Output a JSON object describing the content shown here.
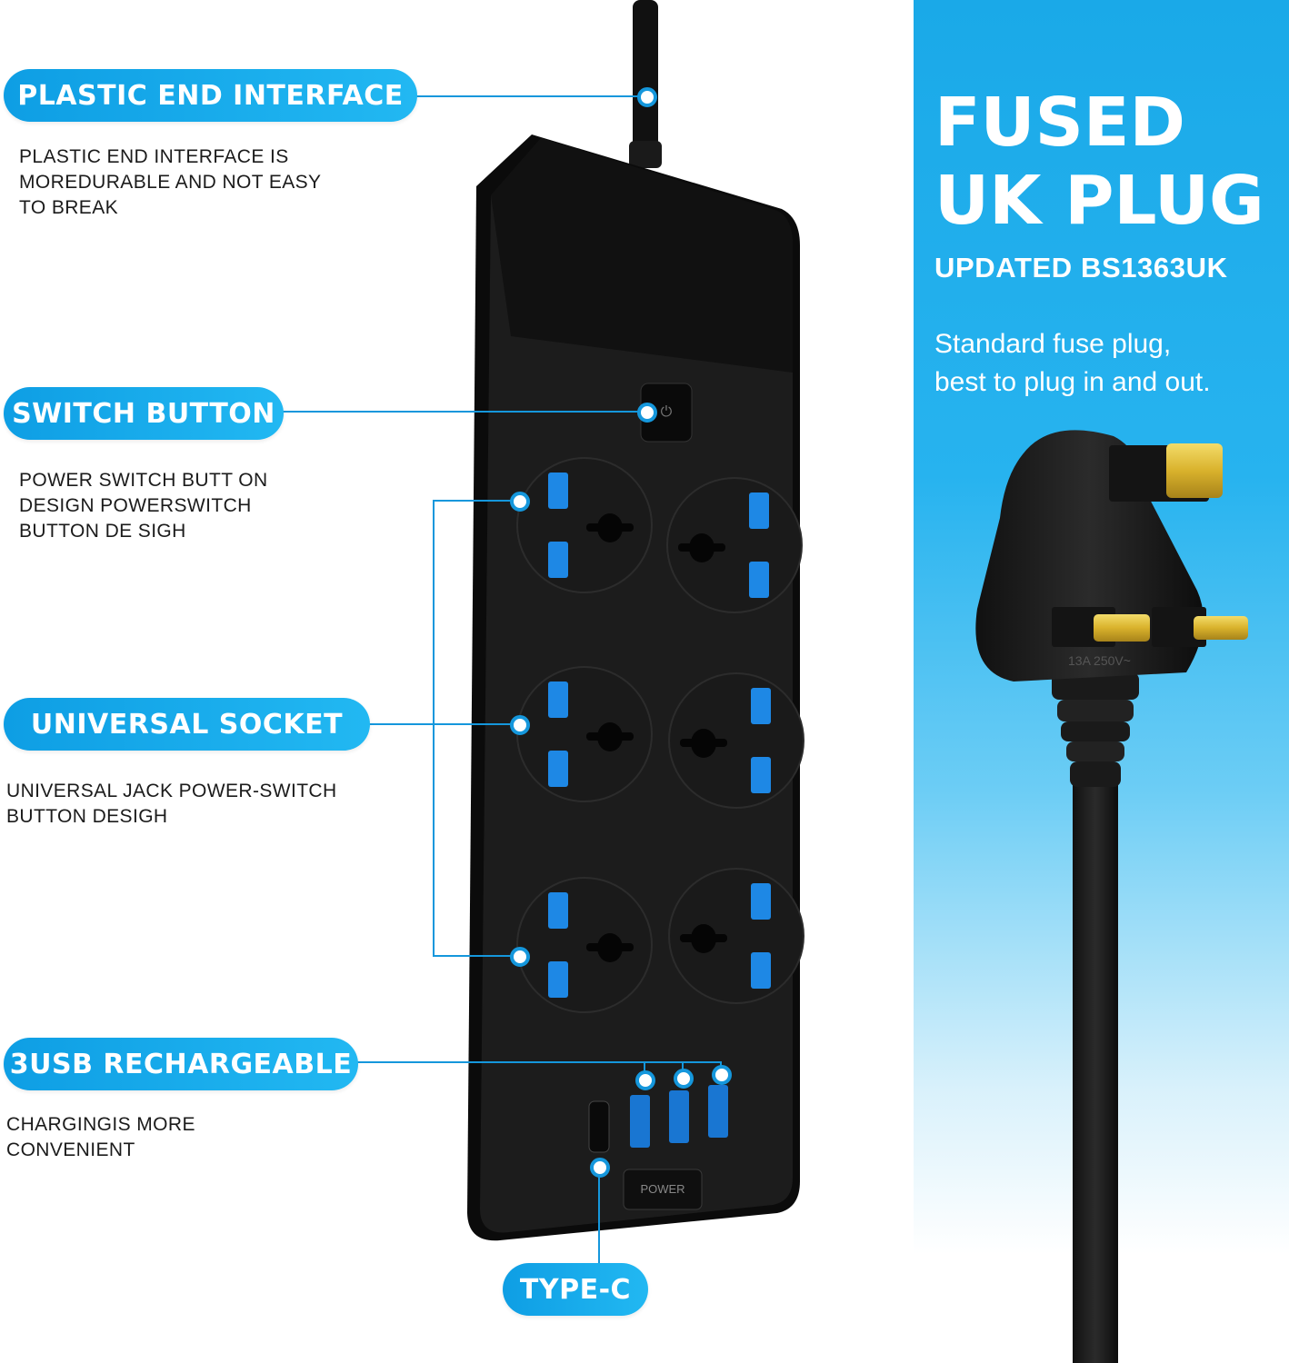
{
  "right_panel": {
    "title_line1": "FUSED",
    "title_line2": "UK PLUG",
    "subtitle": "UPDATED BS1363UK",
    "description": "Standard fuse plug,\nbest to plug in and out."
  },
  "features": {
    "plastic_end": {
      "label": "PLASTIC END INTERFACE",
      "description": "PLASTIC END INTERFACE IS\nMOREDURABLE AND NOT EASY\nTO BREAK"
    },
    "switch_button": {
      "label": "SWITCH BUTTON",
      "description": "POWER SWITCH BUTT ON\nDESIGN POWERSWITCH\nBUTTON DE SIGH"
    },
    "universal_socket": {
      "label": "UNIVERSAL SOCKET",
      "description": "UNIVERSAL JACK POWER-SWITCH\nBUTTON DESIGH"
    },
    "usb": {
      "label": "3USB RECHARGEABLE",
      "description": "CHARGINGIS MORE\nCONVENIENT"
    },
    "type_c": {
      "label": "TYPE-C"
    }
  },
  "product": {
    "power_badge": "POWER",
    "plug_rating": "13A 250V~"
  },
  "colors": {
    "accent": "#1597dc",
    "socket_blue": "#1e88e5",
    "strip_body": "#1c1c1c",
    "plug_pin": "#e2c23a"
  }
}
